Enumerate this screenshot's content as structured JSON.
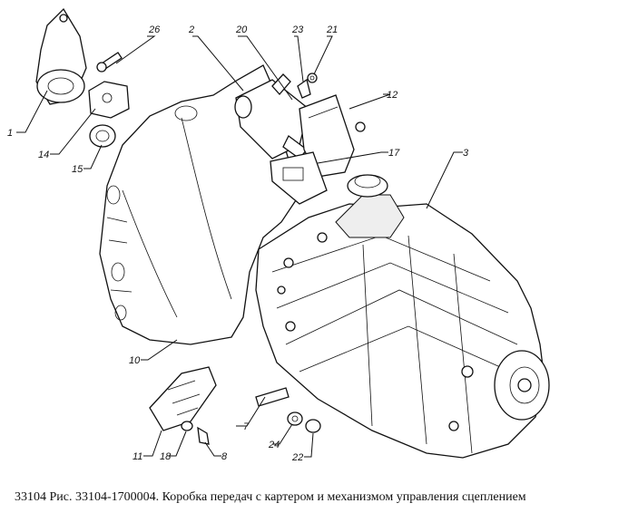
{
  "diagram": {
    "callouts": [
      {
        "id": "c1",
        "label": "1"
      },
      {
        "id": "c26",
        "label": "26"
      },
      {
        "id": "c2",
        "label": "2"
      },
      {
        "id": "c20",
        "label": "20"
      },
      {
        "id": "c23",
        "label": "23"
      },
      {
        "id": "c21",
        "label": "21"
      },
      {
        "id": "c12",
        "label": "12"
      },
      {
        "id": "c14",
        "label": "14"
      },
      {
        "id": "c15",
        "label": "15"
      },
      {
        "id": "c17",
        "label": "17"
      },
      {
        "id": "c3",
        "label": "3"
      },
      {
        "id": "c10",
        "label": "10"
      },
      {
        "id": "c7",
        "label": "7"
      },
      {
        "id": "c24",
        "label": "24"
      },
      {
        "id": "c22",
        "label": "22"
      },
      {
        "id": "c11",
        "label": "11"
      },
      {
        "id": "c18",
        "label": "18"
      },
      {
        "id": "c8",
        "label": "8"
      }
    ],
    "caption": "33104 Рис. 33104-1700004. Коробка передач с картером и механизмом управления  сцеплением"
  }
}
